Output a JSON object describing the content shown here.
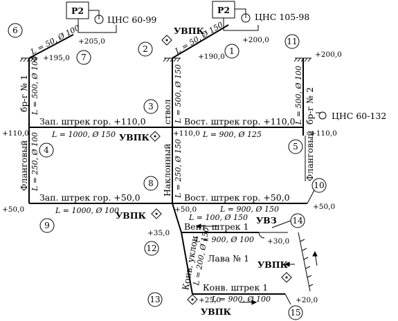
{
  "pump_stations": [
    {
      "id": "pump-1",
      "box": "Р2",
      "label": "ЦНС 60-99"
    },
    {
      "id": "pump-2",
      "box": "Р2",
      "label": "ЦНС 105-98"
    },
    {
      "id": "pump-3",
      "label": "ЦНС 60-132"
    }
  ],
  "uvpk": "УВПК",
  "uvz": "УВЗ",
  "nodes": [
    "1",
    "2",
    "3",
    "4",
    "5",
    "6",
    "7",
    "8",
    "9",
    "10",
    "11",
    "12",
    "13",
    "14",
    "15"
  ],
  "segment_labels": {
    "seg_6_7": "L = 50, Ø 100",
    "seg_2_1": "L = 50, Ø 150",
    "flank1_top": "бр-г № 1",
    "flank1_top_dim": "L = 500, Ø 100",
    "flank1_word": "Фланговый",
    "flank1_low_dim": "L = 250, Ø 100",
    "shaft_word": "ствол",
    "shaft_dim": "L = 500, Ø 150",
    "incl_word": "Наклонный",
    "incl_dim": "L = 250, Ø 150",
    "flank2_word": "бр-г № 2",
    "flank2_dim": "L = 500, Ø 100",
    "flank2_word2": "Фланговый",
    "zap110": "Зап. штрек гор. +110,0",
    "zap110_dim": "L = 1000, Ø 150",
    "vost110": "Вост. штрек гор. +110,0",
    "vost110_dim": "L = 900, Ø 125",
    "zap50": "Зап. штрек гор. +50,0",
    "zap50_dim": "L = 1000, Ø 100",
    "vost50": "Вост. штрек гор. +50,0",
    "vost50_dim": "L = 900, Ø 150",
    "dim_8_12": "L = 100, Ø 150",
    "vent": "Вент. штрек 1",
    "vent_dim": "L = 900, Ø 100",
    "lava": "Лава № 1",
    "konv_uklon": "Конв. уклон",
    "konv_uklon_dim": "L = 200, Ø 150",
    "konv_shtrek": "Конв. штрек 1",
    "konv_shtrek_dim": "L = 900, Ø 100"
  },
  "elevations": {
    "e6": "+195,0",
    "e7": "+205,0",
    "e2": "+190,0",
    "e1": "+200,0",
    "e11": "+200,0",
    "e4": "+110,0",
    "e3": "+110,0",
    "e5": "+110,0",
    "e9": "+50,0",
    "e8": "+50,0",
    "e10": "+50,0",
    "e12": "+35,0",
    "e14": "+30,0",
    "e13": "+25,0",
    "e15": "+20,0"
  }
}
